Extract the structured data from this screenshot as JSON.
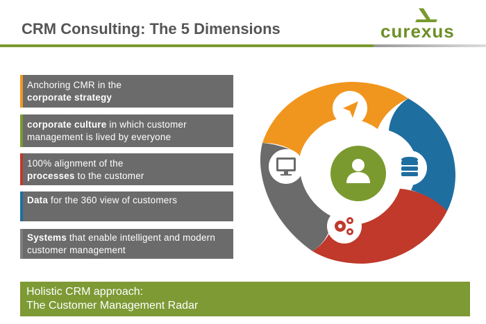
{
  "header": {
    "title": "CRM Consulting: The 5 Dimensions",
    "logo_text": "curexus"
  },
  "dimensions": [
    {
      "pre": "Anchoring CMR in the",
      "bold": "corporate strategy",
      "post": "",
      "accent": "#f0961e"
    },
    {
      "pre": "",
      "bold": "corporate culture",
      "post": " in which customer management is lived by everyone",
      "accent": "#7a9a2f"
    },
    {
      "pre": "100% alignment of the ",
      "bold": "processes",
      "post": " to the customer",
      "accent": "#c0392b"
    },
    {
      "pre": "",
      "bold": "Data",
      "post": " for the 360 view of customers",
      "accent": "#1f6ea0"
    },
    {
      "pre": "",
      "bold": "Systems",
      "post": " that enable intelligent and modern customer management",
      "accent": "#6b6b6b"
    }
  ],
  "footer": {
    "line1": "Holistic CRM approach:",
    "line2": "The Customer Management Radar"
  },
  "wheel": {
    "colors": {
      "strategy": "#f0961e",
      "data": "#1f6ea0",
      "processes": "#c0392b",
      "systems": "#6b6b6b",
      "culture": "#7a9a2f"
    },
    "icons": [
      "navigation-arrow-icon",
      "database-icon",
      "gears-icon",
      "monitor-icon",
      "user-icon"
    ]
  }
}
